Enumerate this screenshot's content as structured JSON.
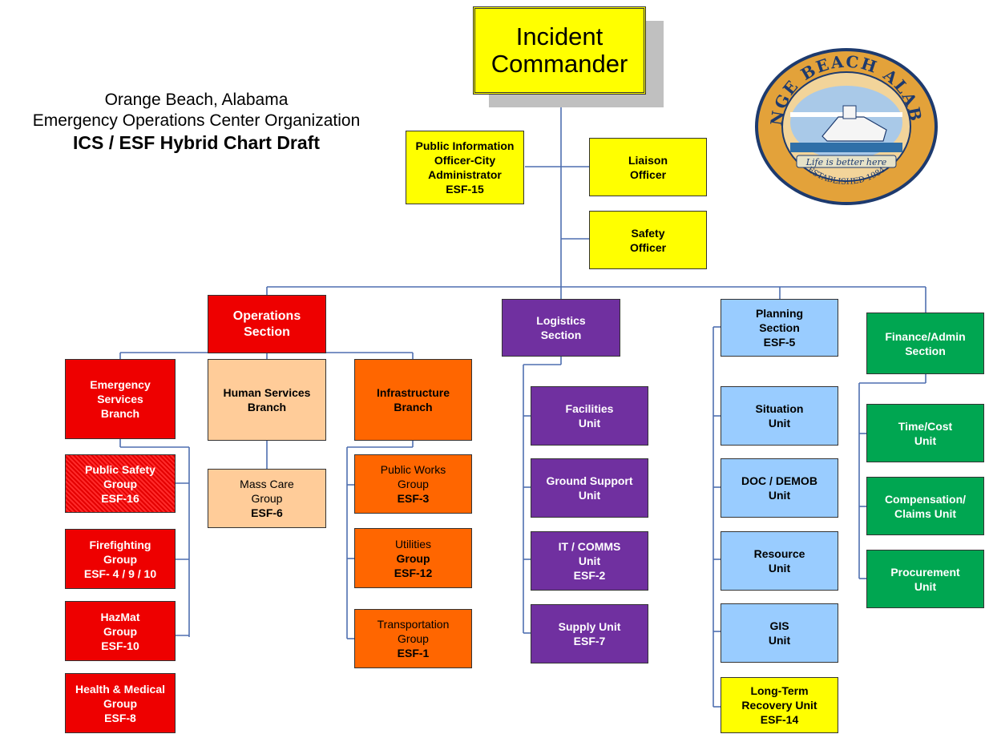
{
  "header": {
    "line1": "Orange Beach, Alabama",
    "line2": "Emergency Operations Center Organization",
    "line3": "ICS / ESF Hybrid Chart Draft"
  },
  "seal": {
    "arc_text": "ORANGE BEACH ALABAMA",
    "banner": "Life is better here",
    "established": "ESTABLISHED 1984"
  },
  "command": {
    "incident_commander": [
      "Incident",
      "Commander"
    ],
    "public_information": [
      "Public Information",
      "Officer-City",
      "Administrator",
      "ESF-15"
    ],
    "liaison": [
      "Liaison",
      "Officer"
    ],
    "safety": [
      "Safety",
      "Officer"
    ]
  },
  "operations": {
    "section": [
      "Operations",
      "Section"
    ],
    "emergency_services": [
      "Emergency",
      "Services",
      "Branch"
    ],
    "human_services": [
      "Human Services",
      "Branch"
    ],
    "infrastructure": [
      "Infrastructure",
      "Branch"
    ],
    "public_safety": [
      "Public Safety",
      "Group",
      "ESF-16"
    ],
    "firefighting": [
      "Firefighting",
      "Group",
      "ESF- 4 / 9 / 10"
    ],
    "hazmat": [
      "HazMat",
      "Group",
      "ESF-10"
    ],
    "health_medical": [
      "Health & Medical",
      "Group",
      "ESF-8"
    ],
    "mass_care": [
      "Mass Care",
      "Group",
      "ESF-6"
    ],
    "public_works": [
      "Public Works",
      "Group",
      "ESF-3"
    ],
    "utilities": [
      "Utilities",
      "Group",
      "ESF-12"
    ],
    "transportation": [
      "Transportation",
      "Group",
      "ESF-1"
    ]
  },
  "logistics": {
    "section": [
      "Logistics",
      "Section"
    ],
    "facilities": [
      "Facilities",
      "Unit"
    ],
    "ground_support": [
      "Ground Support",
      "Unit"
    ],
    "it_comms": [
      "IT / COMMS",
      "Unit",
      "ESF-2"
    ],
    "supply": [
      "Supply Unit",
      "ESF-7"
    ]
  },
  "planning": {
    "section": [
      "Planning",
      "Section",
      "ESF-5"
    ],
    "situation": [
      "Situation",
      "Unit"
    ],
    "doc_demob": [
      "DOC / DEMOB",
      "Unit"
    ],
    "resource": [
      "Resource",
      "Unit"
    ],
    "gis": [
      "GIS",
      "Unit"
    ],
    "long_term": [
      "Long-Term",
      "Recovery Unit",
      "ESF-14"
    ]
  },
  "finance": {
    "section": [
      "Finance/Admin",
      "Section"
    ],
    "time_cost": [
      "Time/Cost",
      "Unit"
    ],
    "compensation": [
      "Compensation/",
      "Claims Unit"
    ],
    "procurement": [
      "Procurement",
      "Unit"
    ]
  },
  "colors": {
    "connector": "#4f6fb0",
    "command": "#ffff00",
    "operations": "#ee0000",
    "human_services": "#ffcc99",
    "infrastructure": "#ff6600",
    "logistics": "#7030a0",
    "planning": "#99ccff",
    "finance": "#00a651"
  }
}
